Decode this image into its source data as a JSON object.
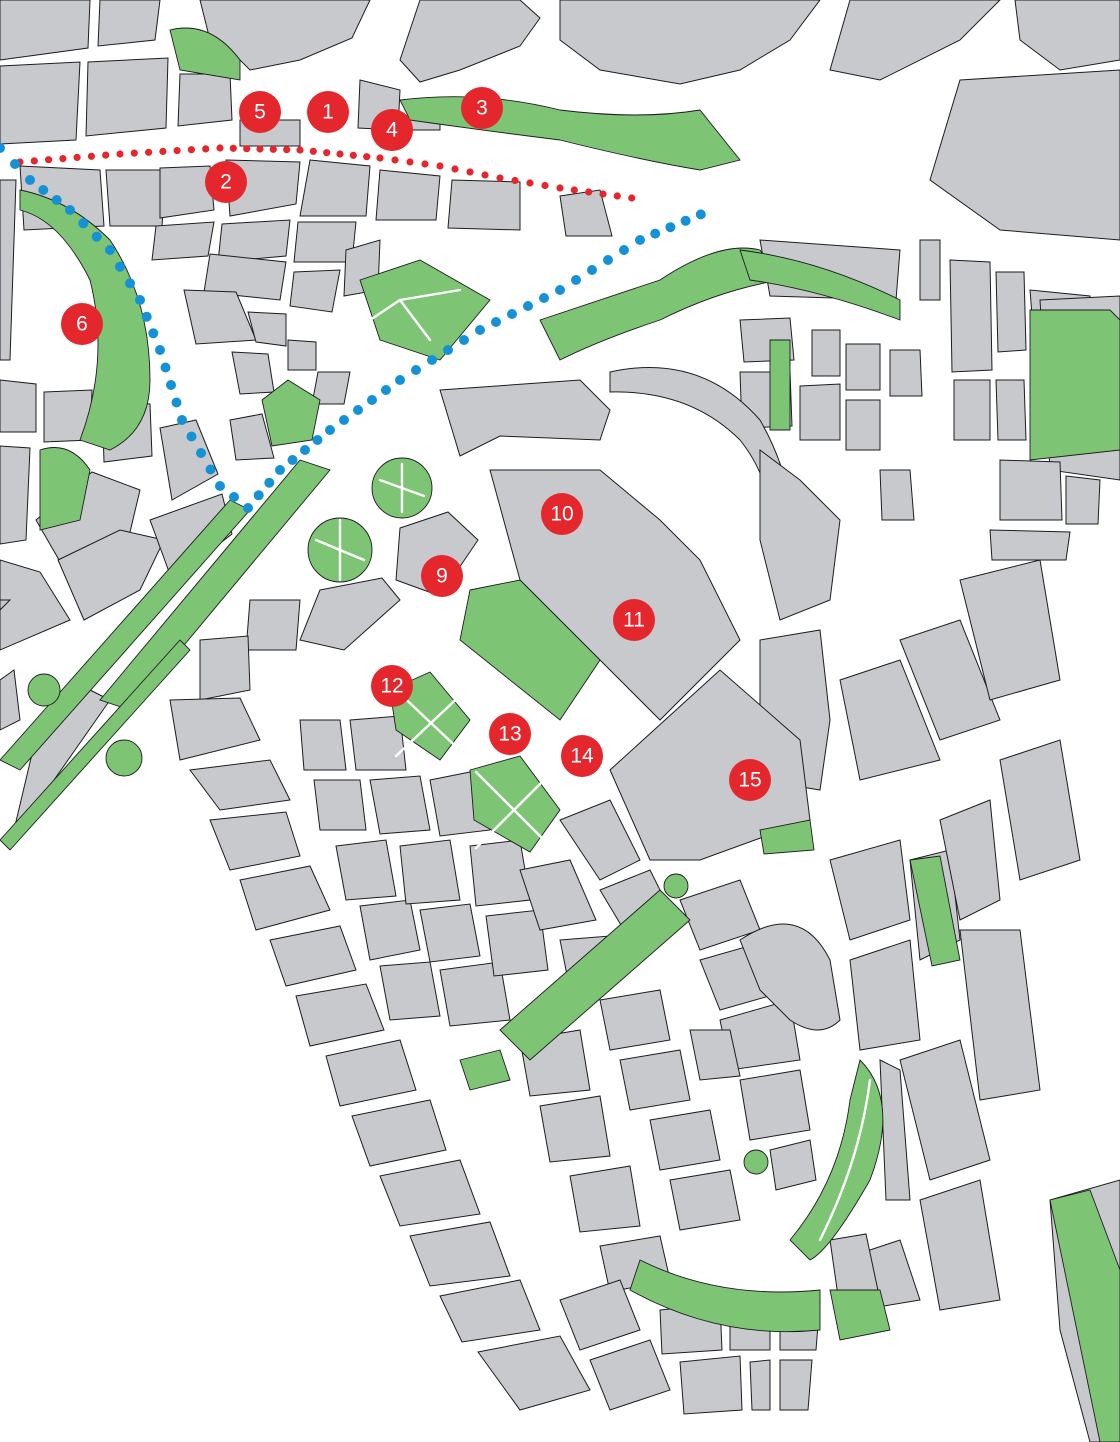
{
  "colors": {
    "block": "#c8c9cd",
    "park": "#7dc474",
    "street": "#ffffff",
    "outline": "#1d1d1f",
    "marker": "#e4272d",
    "route_red": "#e4272d",
    "route_blue": "#1592d6"
  },
  "markers": [
    {
      "id": "marker-1",
      "label": "1"
    },
    {
      "id": "marker-2",
      "label": "2"
    },
    {
      "id": "marker-3",
      "label": "3"
    },
    {
      "id": "marker-4",
      "label": "4"
    },
    {
      "id": "marker-5",
      "label": "5"
    },
    {
      "id": "marker-6",
      "label": "6"
    },
    {
      "id": "marker-9",
      "label": "9"
    },
    {
      "id": "marker-10",
      "label": "10"
    },
    {
      "id": "marker-11",
      "label": "11"
    },
    {
      "id": "marker-12",
      "label": "12"
    },
    {
      "id": "marker-13",
      "label": "13"
    },
    {
      "id": "marker-14",
      "label": "14"
    },
    {
      "id": "marker-15",
      "label": "15"
    }
  ],
  "routes": [
    {
      "id": "red-dotted-route",
      "color_key": "route_red"
    },
    {
      "id": "blue-dotted-route",
      "color_key": "route_blue"
    }
  ]
}
